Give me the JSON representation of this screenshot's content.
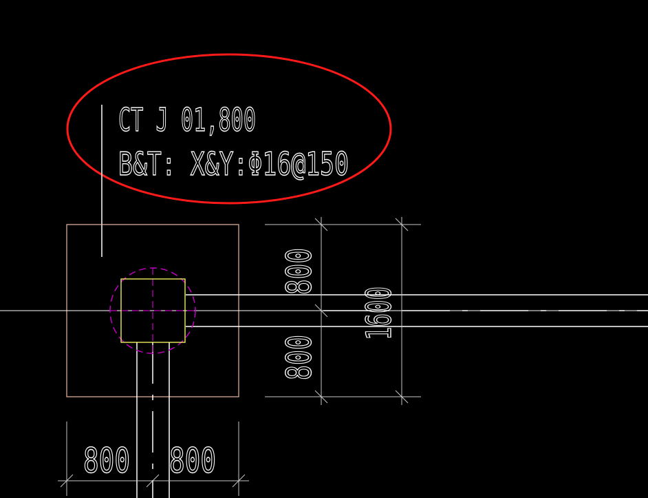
{
  "annotation": {
    "line1": "CT J 01,800",
    "line2": "B&T: X&Y:Φ16@150"
  },
  "dimensions": {
    "right_upper": "800",
    "right_lower": "800",
    "right_total": "1600",
    "bottom_left": "800",
    "bottom_right": "800"
  },
  "colors": {
    "background": "#000000",
    "lines": "#ffffff",
    "footing_outline": "#e8b7a3",
    "pile_outline": "#ffff66",
    "pile_circle": "#c000c0",
    "highlight_ellipse": "#ff1a1a",
    "dimension_lines": "#c8c8c8"
  }
}
